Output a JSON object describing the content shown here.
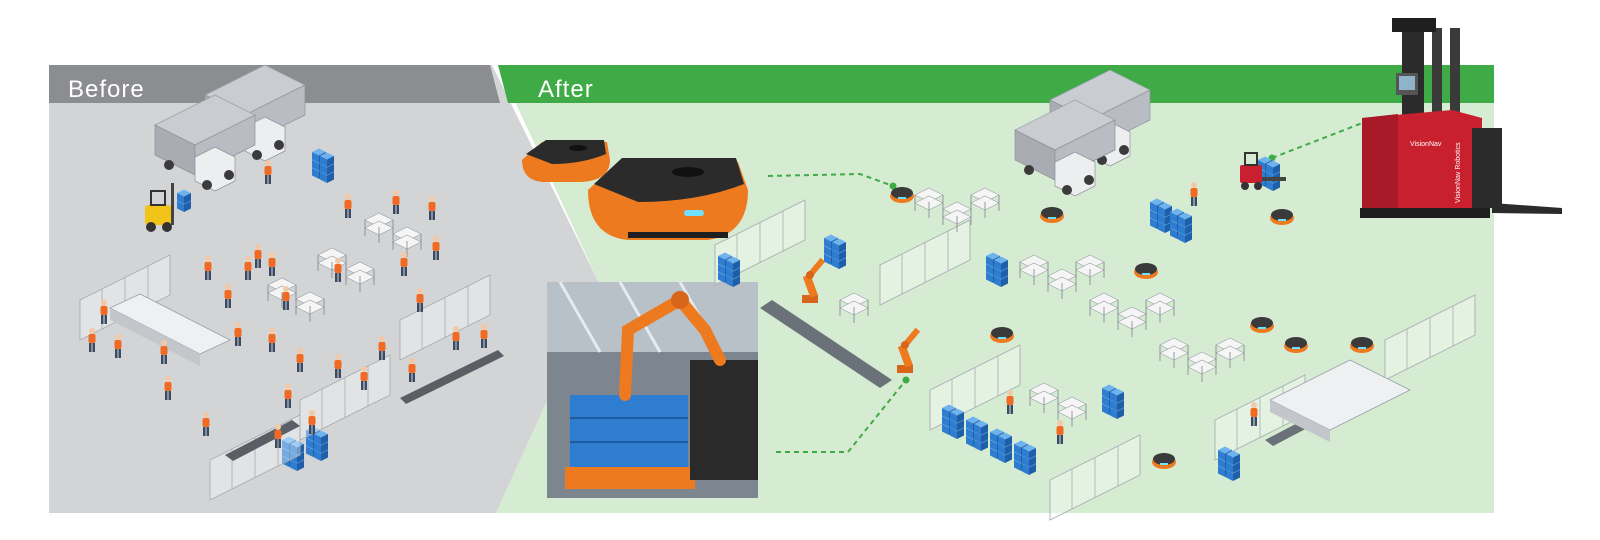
{
  "banners": {
    "before_label": "Before",
    "after_label": "After"
  },
  "branding": {
    "forklift_brand": "VisionNav",
    "forklift_brand_side": "VisionNav Robotics"
  },
  "colors": {
    "before_banner": "#8c8d90",
    "before_bg": "#d3d4d6",
    "after_banner": "#3fab47",
    "after_bg": "#d6ecd2",
    "robot_orange": "#ee7a1f",
    "bin_blue": "#2f7dd1",
    "dashed_link": "#3fab47",
    "forklift_red": "#c8202f"
  },
  "icons": [
    "truck-icon",
    "forklift-icon",
    "worker-icon",
    "shelf-rack-icon",
    "conveyor-icon",
    "fence-enclosure-icon",
    "agv-robot-icon",
    "robotic-arm-icon",
    "storage-bin-icon",
    "pallet-jack-icon",
    "autonomous-forklift-icon",
    "robot-photo-icon"
  ]
}
